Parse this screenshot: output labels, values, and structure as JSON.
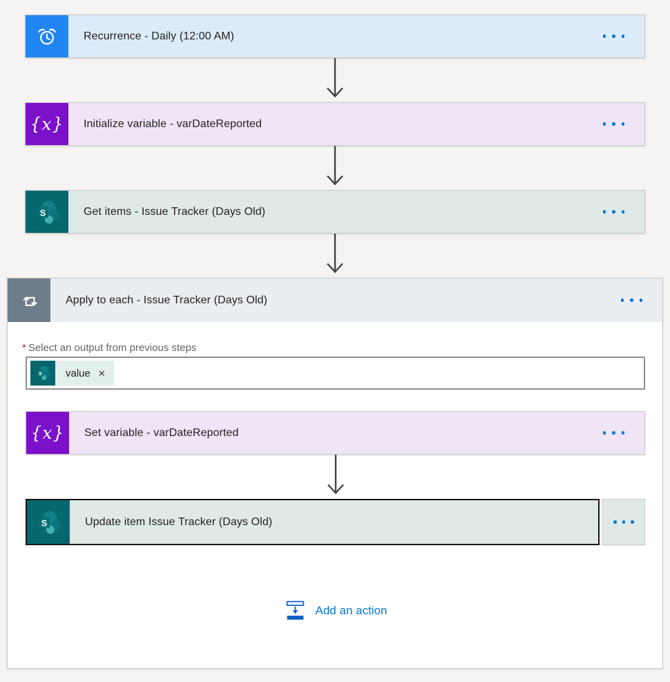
{
  "palette": {
    "page_bg": "#f5f4f2",
    "accent_blue": "#0078d4",
    "arrow_color": "#3f4245",
    "selected_border": "#161514",
    "card_border": "#c9c7c5"
  },
  "cards": [
    {
      "title": "Recurrence - Daily (12:00 AM)",
      "icon": "alarm-clock-icon",
      "icon_bg": "#2286f2",
      "body_bg": "#dcebfa"
    },
    {
      "title": "Initialize variable - varDateReported",
      "icon": "variable-icon",
      "icon_bg": "#7b12c9",
      "body_bg": "#f0e4f7"
    },
    {
      "title": "Get items - Issue Tracker (Days Old)",
      "icon": "sharepoint-icon",
      "icon_bg": "#05686d",
      "body_bg": "#dfeae8"
    }
  ],
  "apply_to_each": {
    "title": "Apply to each - Issue Tracker (Days Old)",
    "icon": "loop-icon",
    "icon_bg": "#6f7d8b",
    "header_bg": "#eaedf1",
    "field": {
      "required_marker": "*",
      "label": "Select an output from previous steps"
    },
    "token": {
      "label": "value",
      "remove_glyph": "✕"
    },
    "steps": [
      {
        "title": "Set variable - varDateReported",
        "icon": "variable-icon",
        "icon_bg": "#7b12c9",
        "body_bg": "#f0e4f7",
        "selected": false
      },
      {
        "title": "Update item Issue Tracker (Days Old)",
        "icon": "sharepoint-icon",
        "icon_bg": "#05686d",
        "body_bg": "#dfeae8",
        "selected": true
      }
    ],
    "add_action_label": "Add an action"
  },
  "icons": {
    "variable_glyph": "{x}",
    "sharepoint_letter": "S"
  }
}
